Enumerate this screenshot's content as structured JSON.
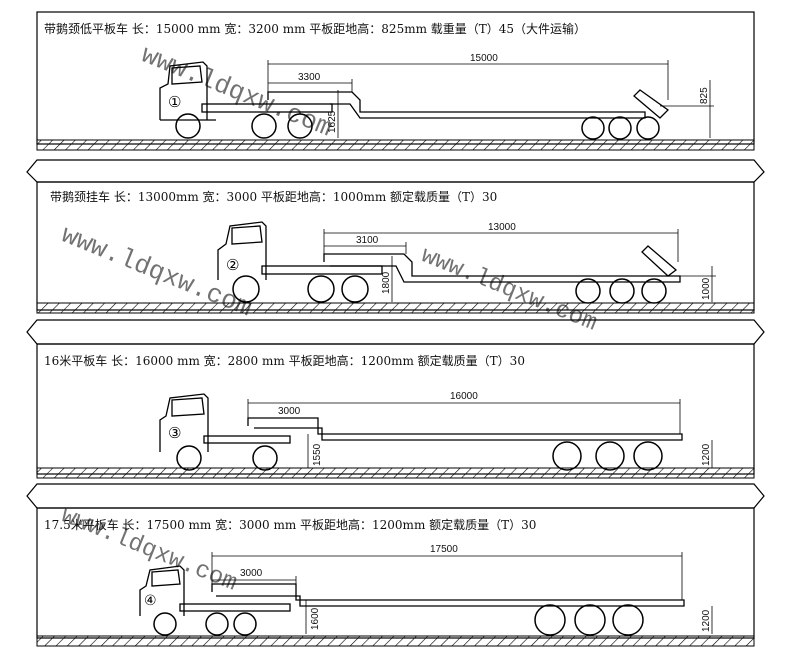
{
  "panels": [
    {
      "number": "①",
      "title": "带鹅颈低平板车  长：15000 mm 宽：3200 mm 平板距地高：825mm  载重量（T）45（大件运输）",
      "overall_length": "15000",
      "neck_length": "3300",
      "neck_height": "1625",
      "deck_height": "825"
    },
    {
      "number": "②",
      "title": "带鹅颈挂车  长：13000mm 宽：3000 平板距地高：1000mm  额定载质量（T）30",
      "overall_length": "13000",
      "neck_length": "3100",
      "neck_height": "1800",
      "deck_height": "1000"
    },
    {
      "number": "③",
      "title": "16米平板车  长：16000 mm 宽：2800 mm 平板距地高：1200mm  额定载质量（T）30",
      "overall_length": "16000",
      "neck_length": "3000",
      "neck_height": "1550",
      "deck_height": "1200"
    },
    {
      "number": "④",
      "title": "17.5米平板车  长：17500 mm 宽：3000 mm 平板距地高：1200mm  额定载质量（T）30",
      "overall_length": "17500",
      "neck_length": "3000",
      "neck_height": "1600",
      "deck_height": "1200"
    }
  ],
  "watermark": "www.ldqxw.com",
  "colors": {
    "line": "#000000",
    "background": "#ffffff"
  }
}
